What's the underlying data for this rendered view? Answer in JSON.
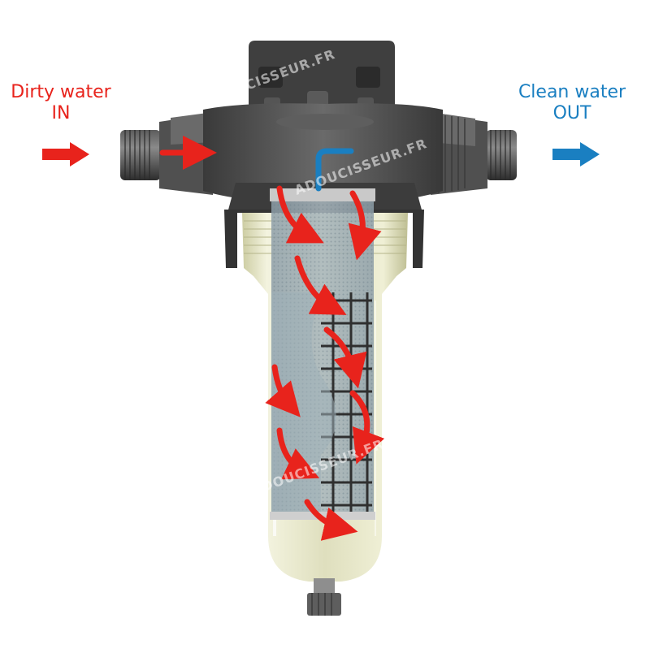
{
  "labels": {
    "inlet_line1": "Dirty water",
    "inlet_line2": "IN",
    "outlet_line1": "Clean water",
    "outlet_line2": "OUT"
  },
  "watermark": "ADOUCISSEUR.FR",
  "colors": {
    "dirty": "#e8231c",
    "clean": "#1a7fc1",
    "housing": "#4a4a4a",
    "bowl": "#d9dab0"
  }
}
